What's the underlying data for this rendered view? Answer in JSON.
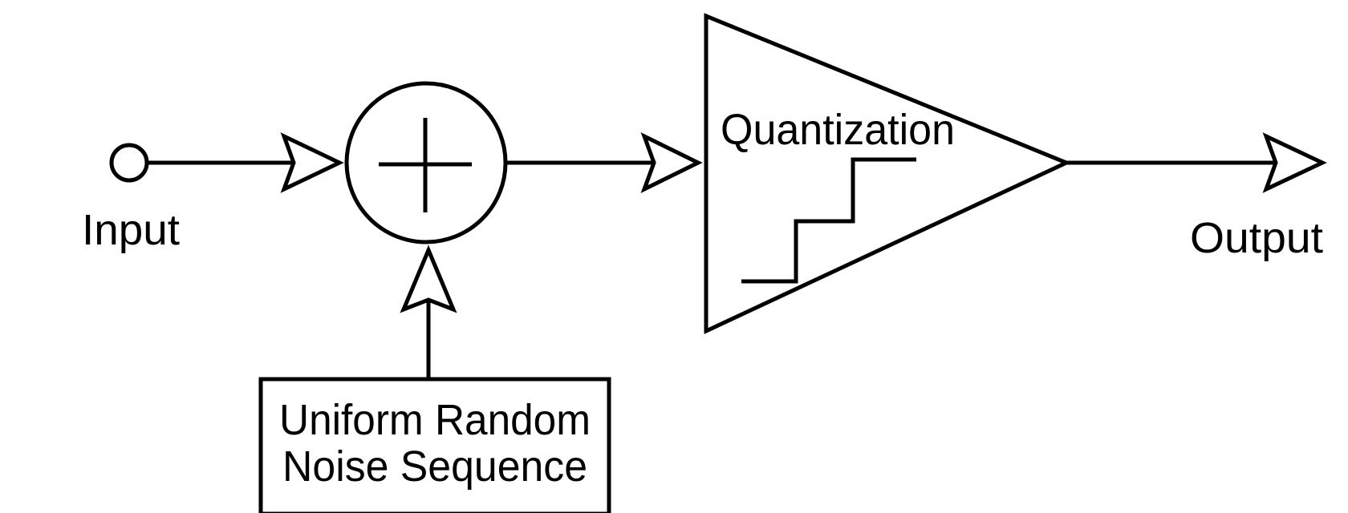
{
  "diagram": {
    "title": "Dithered quantization block diagram",
    "nodes": {
      "input": {
        "label": "Input",
        "shape": "terminal-circle"
      },
      "summer": {
        "label": "+",
        "shape": "summing-junction"
      },
      "quantizer": {
        "label": "Quantization",
        "shape": "triangle-with-staircase"
      },
      "noise": {
        "line1": "Uniform Random",
        "line2": "Noise Sequence",
        "shape": "rectangle"
      },
      "output": {
        "label": "Output",
        "shape": "arrow-terminal"
      }
    },
    "edges": [
      {
        "from": "input",
        "to": "summer"
      },
      {
        "from": "noise",
        "to": "summer"
      },
      {
        "from": "summer",
        "to": "quantizer"
      },
      {
        "from": "quantizer",
        "to": "output"
      }
    ],
    "colors": {
      "stroke": "#000000",
      "background": "#ffffff"
    }
  }
}
